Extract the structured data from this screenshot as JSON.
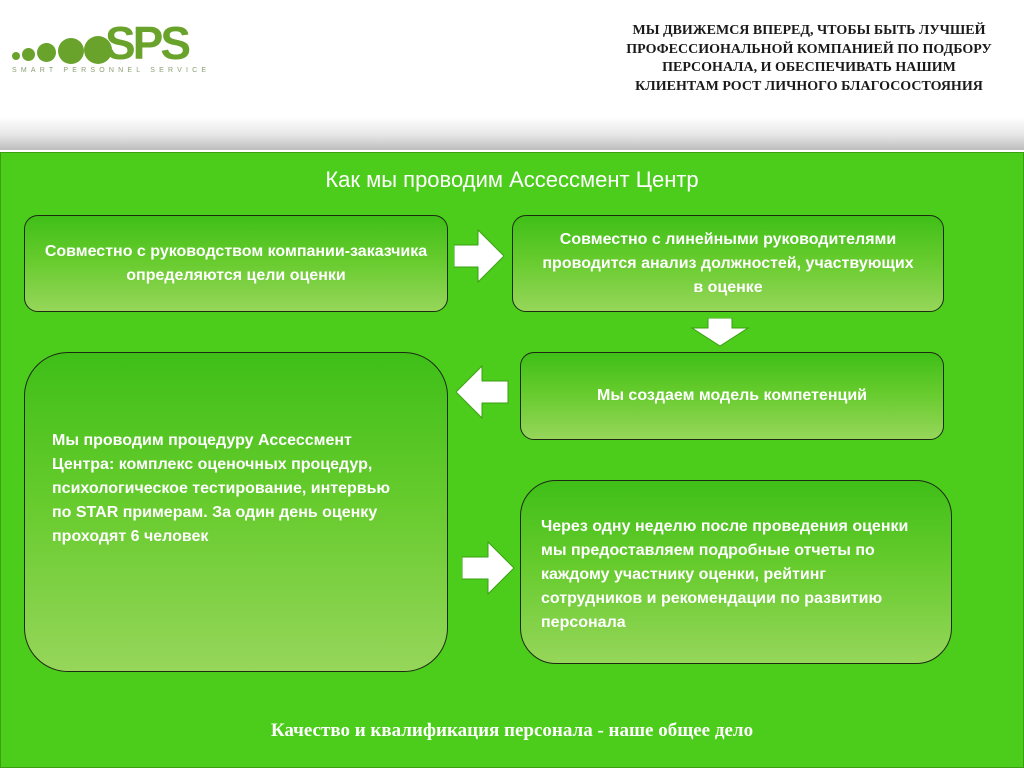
{
  "logo": {
    "brand": "SPS",
    "subtitle": "SMART PERSONNEL SERVICE"
  },
  "motto": "МЫ ДВИЖЕМСЯ ВПЕРЕД, ЧТОБЫ БЫТЬ ЛУЧШЕЙ ПРОФЕССИОНАЛЬНОЙ КОМПАНИЕЙ ПО ПОДБОРУ ПЕРСОНАЛА, И ОБЕСПЕЧИВАТЬ НАШИМ КЛИЕНТАМ РОСТ ЛИЧНОГО БЛАГОСОСТОЯНИЯ",
  "title": "Как мы проводим Ассессмент Центр",
  "steps": [
    {
      "text": "Совместно с руководством компании-заказчика определяются цели оценки"
    },
    {
      "text": "Совместно с линейными руководителями проводится анализ должностей, участвующих в оценке"
    },
    {
      "text": "Мы создаем модель компетенций"
    },
    {
      "text": "Мы проводим процедуру Ассессмент Центра: комплекс оценочных процедур, психологическое тестирование, интервью по STAR примерам. За один день оценку проходят 6 человек"
    },
    {
      "text": "Через одну неделю после проведения оценки мы предоставляем подробные отчеты по каждому участнику оценки, рейтинг сотрудников и рекомендации по развитию персонала"
    }
  ],
  "footer": "Качество и квалификация персонала - наше общее дело",
  "colors": {
    "panel": "#4ccd1c",
    "brand": "#6aa32c",
    "arrow": "#ffffff"
  }
}
